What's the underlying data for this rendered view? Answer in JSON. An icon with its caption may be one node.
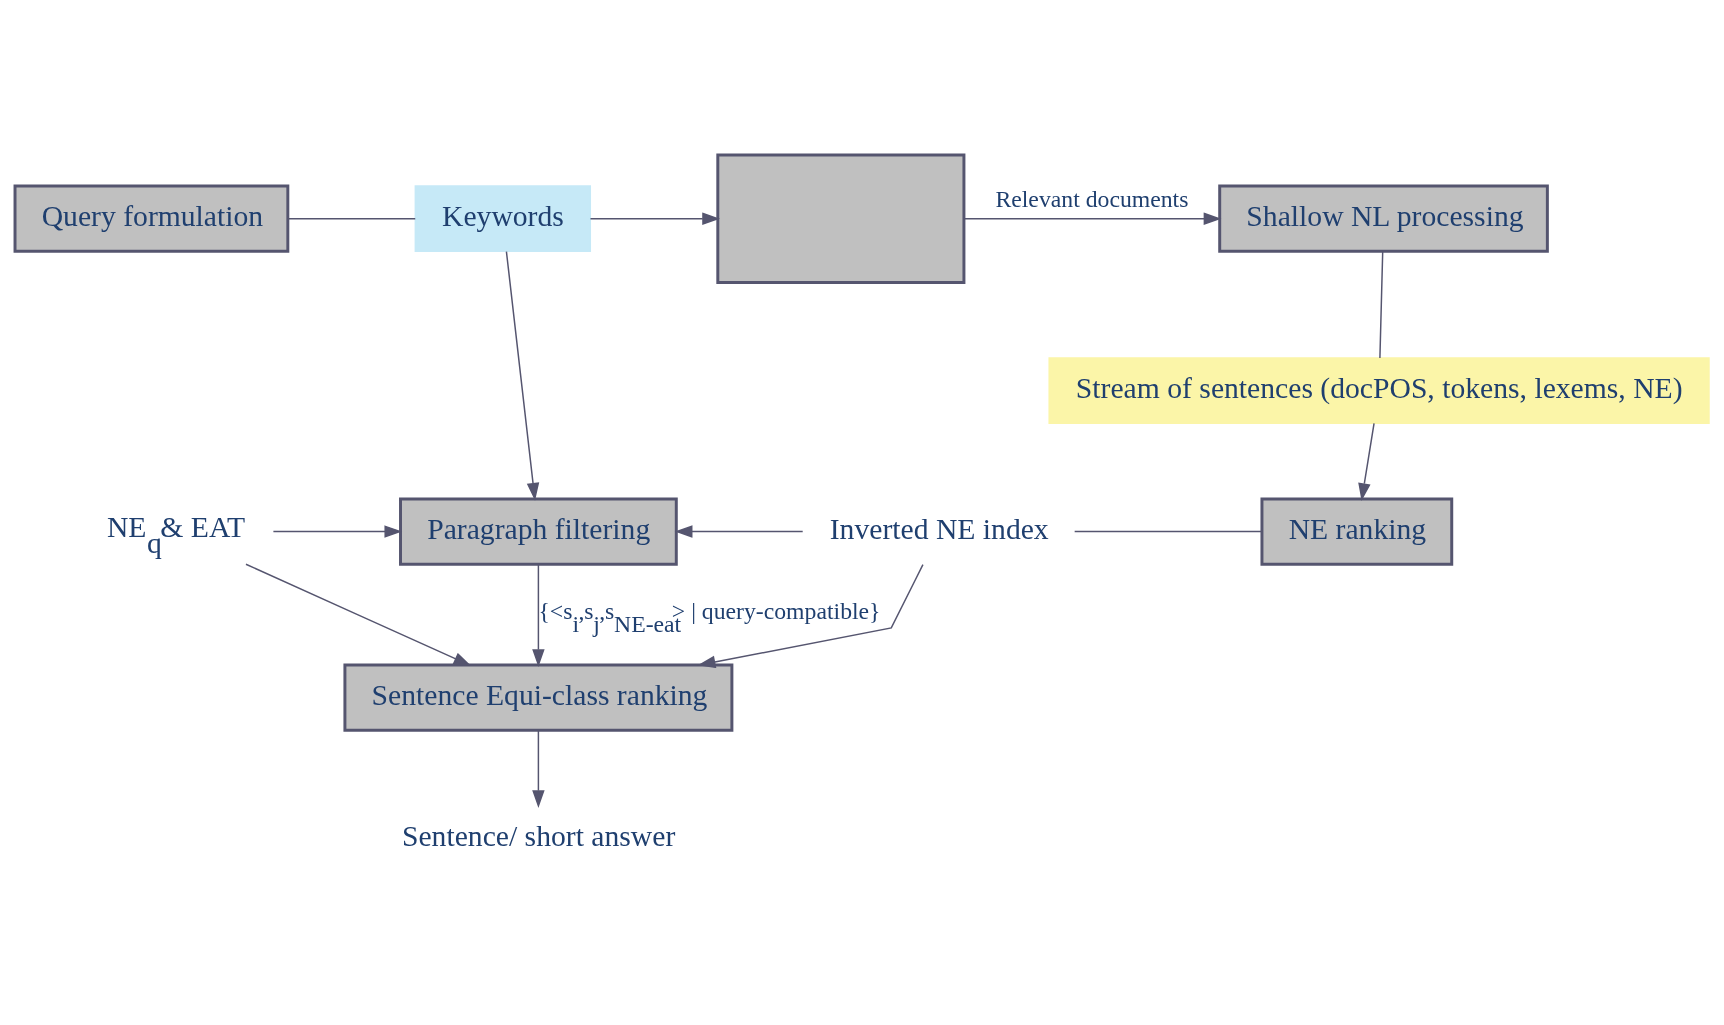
{
  "diagram": {
    "nodes": [
      {
        "text": [
          "Query formulation"
        ]
      },
      {
        "text": [
          "Keywords"
        ]
      },
      {
        "text": [],
        "shape": "box"
      },
      {
        "text": [
          "Shallow NL processing"
        ]
      },
      {
        "text": [
          "Stream of sentences (docPOS, tokens, lexems, NE)"
        ]
      },
      {
        "text": [
          "NE ranking"
        ]
      },
      {
        "text": [
          "NE$_{q}$& EAT"
        ]
      },
      {
        "text": [
          "Paragraph filtering"
        ]
      },
      {
        "text": [
          "Inverted NE index"
        ]
      },
      {
        "text": [
          "Sentence Equi-class ranking"
        ]
      },
      {
        "text": [
          "Sentence/ short answer"
        ]
      }
    ],
    "edges": [
      {
        "from": 0,
        "to": 1,
        "arrow": "none"
      },
      {
        "from": 1,
        "to": 2,
        "arrow": "to"
      },
      {
        "from": 1,
        "to": 7,
        "arrow": "to"
      },
      {
        "from": 2,
        "to": 3,
        "label": "Relevant documents",
        "arrow": "to"
      },
      {
        "from": 3,
        "to": 4,
        "arrow": "none"
      },
      {
        "from": 4,
        "to": 5,
        "arrow": "to"
      },
      {
        "from": 5,
        "to": 8,
        "arrow": "none"
      },
      {
        "from": 8,
        "to": 7,
        "arrow": "to"
      },
      {
        "from": 6,
        "to": 7,
        "arrow": "to"
      },
      {
        "from": 6,
        "to": 9,
        "arrow": "to"
      },
      {
        "from": 7,
        "to": 9,
        "label": "{<s$_{i}$,s$_{j}$,s$_{NE-eat}$> | query-compatible}",
        "arrow": "to"
      },
      {
        "from": 8,
        "to": 9,
        "arrow": "to"
      },
      {
        "from": 9,
        "to": 10,
        "arrow": "to"
      }
    ]
  }
}
